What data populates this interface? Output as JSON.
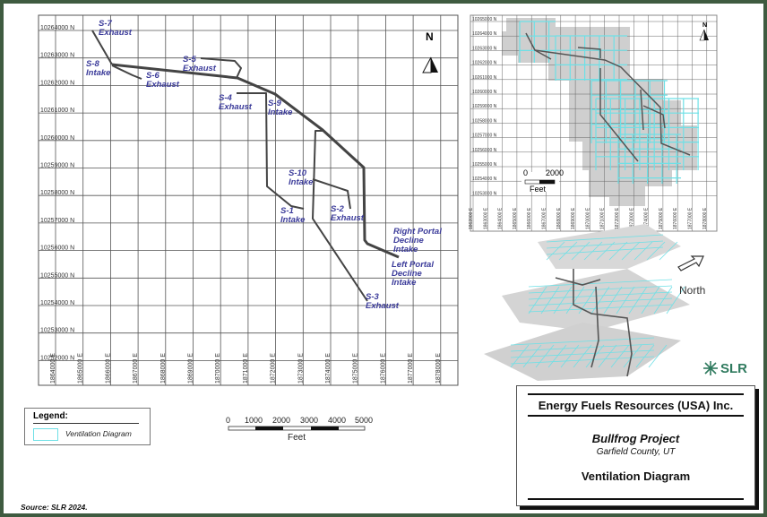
{
  "main_map": {
    "northing_labels": [
      "10264000 N",
      "10263000 N",
      "10262000 N",
      "10261000 N",
      "10260000 N",
      "10259000 N",
      "10258000 N",
      "10257000 N",
      "10256000 N",
      "10255000 N",
      "10254000 N",
      "10253000 N",
      "10252000 N"
    ],
    "easting_labels": [
      "1864000 E",
      "1865000 E",
      "1866000 E",
      "1867000 E",
      "1868000 E",
      "1869000 E",
      "1870000 E",
      "1871000 E",
      "1872000 E",
      "1873000 E",
      "1874000 E",
      "1875000 E",
      "1876000 E",
      "1877000 E",
      "1878000 E"
    ],
    "north_label": "N",
    "shafts": [
      {
        "id": "S-7",
        "type": "Exhaust"
      },
      {
        "id": "S-8",
        "type": "Intake"
      },
      {
        "id": "S-6",
        "type": "Exhaust"
      },
      {
        "id": "S-5",
        "type": "Exhaust"
      },
      {
        "id": "S-4",
        "type": "Exhaust"
      },
      {
        "id": "S-9",
        "type": "Intake"
      },
      {
        "id": "S-10",
        "type": "Intake"
      },
      {
        "id": "S-1",
        "type": "Intake"
      },
      {
        "id": "S-2",
        "type": "Exhaust"
      },
      {
        "id": "S-3",
        "type": "Exhaust"
      }
    ],
    "portals": [
      {
        "line1": "Right Portal",
        "line2": "Decline",
        "line3": "Intake"
      },
      {
        "line1": "Left Portal",
        "line2": "Decline",
        "line3": "Intake"
      }
    ]
  },
  "inset_map": {
    "northing_labels": [
      "10265000 N",
      "10264000 N",
      "10263000 N",
      "10262000 N",
      "10261000 N",
      "10260000 N",
      "10259000 N",
      "10258000 N",
      "10257000 N",
      "10256000 N",
      "10255000 N",
      "10254000 N",
      "10253000 N"
    ],
    "easting_labels": [
      "1862000 E",
      "1863000 E",
      "1864000 E",
      "1865000 E",
      "1866000 E",
      "1867000 E",
      "1868000 E",
      "1869000 E",
      "1870000 E",
      "1871000 E",
      "1872000 E",
      "1873000 E",
      "1874000 E",
      "1875000 E",
      "1876000 E",
      "1877000 E",
      "1878000 E"
    ],
    "north_label": "N",
    "scale_start": "0",
    "scale_end": "2000",
    "scale_unit": "Feet"
  },
  "view3d": {
    "north_label": "North"
  },
  "logo": {
    "text": "SLR"
  },
  "legend": {
    "title": "Legend:",
    "item": "Ventilation Diagram",
    "swatch_color": "#6ee0e6"
  },
  "scale_bar": {
    "ticks": [
      "0",
      "1000",
      "2000",
      "3000",
      "4000",
      "5000"
    ],
    "unit": "Feet"
  },
  "title_block": {
    "company": "Energy Fuels Resources (USA) Inc.",
    "project": "Bullfrog Project",
    "location": "Garfield County, UT",
    "drawing": "Ventilation Diagram"
  },
  "source": "Source: SLR 2024.",
  "colors": {
    "frame": "#3f5b40",
    "label": "#3b3b9a",
    "grid_cyan": "#6ee0e6"
  }
}
